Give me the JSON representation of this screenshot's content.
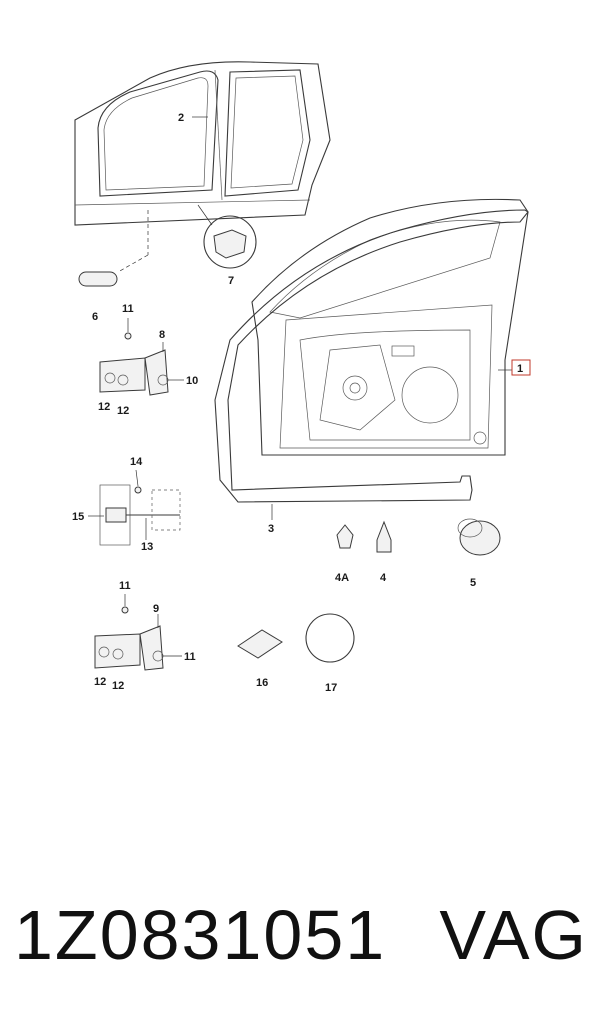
{
  "callouts": {
    "c1": "1",
    "c2": "2",
    "c3": "3",
    "c4": "4",
    "c4a": "4A",
    "c5": "5",
    "c6": "6",
    "c7": "7",
    "c8": "8",
    "c9": "9",
    "c10": "10",
    "c11a": "11",
    "c11b": "11",
    "c11c": "11",
    "c12a": "12",
    "c12b": "12",
    "c12c": "12",
    "c12d": "12",
    "c13": "13",
    "c14": "14",
    "c15": "15",
    "c16": "16",
    "c17": "17"
  },
  "footer": {
    "part_number": "1Z0831051",
    "brand": "VAG"
  },
  "colors": {
    "highlight_box": "#c0392b"
  }
}
